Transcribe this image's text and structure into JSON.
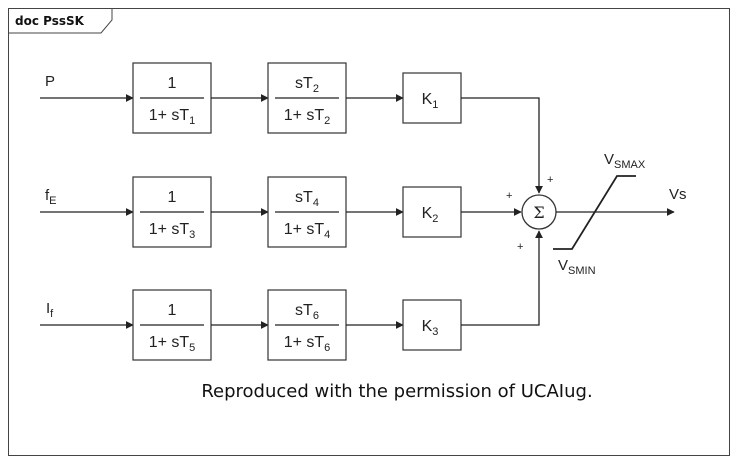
{
  "frame": {
    "tab_label": "doc PssSK"
  },
  "inputs": [
    {
      "main": "P",
      "sub": ""
    },
    {
      "main": "f",
      "sub": "E"
    },
    {
      "main": "I",
      "sub": "f"
    }
  ],
  "lead_blocks": [
    {
      "num": "1",
      "den_main": "1+ sT",
      "den_sub": "1"
    },
    {
      "num": "1",
      "den_main": "1+ sT",
      "den_sub": "3"
    },
    {
      "num": "1",
      "den_main": "1+ sT",
      "den_sub": "5"
    }
  ],
  "washout_blocks": [
    {
      "num_main": "sT",
      "num_sub": "2",
      "den_main": "1+ sT",
      "den_sub": "2"
    },
    {
      "num_main": "sT",
      "num_sub": "4",
      "den_main": "1+ sT",
      "den_sub": "4"
    },
    {
      "num_main": "sT",
      "num_sub": "6",
      "den_main": "1+ sT",
      "den_sub": "6"
    }
  ],
  "gains": [
    {
      "main": "K",
      "sub": "1"
    },
    {
      "main": "K",
      "sub": "2"
    },
    {
      "main": "K",
      "sub": "3"
    }
  ],
  "summer": {
    "symbol": "Σ",
    "signs": {
      "top": "+",
      "left": "+",
      "bottom": "+"
    }
  },
  "limiter": {
    "max_main": "V",
    "max_sub": "SMAX",
    "min_main": "V",
    "min_sub": "SMIN"
  },
  "output": {
    "label": "Vs"
  },
  "caption": "Reproduced with the permission of UCAIug."
}
